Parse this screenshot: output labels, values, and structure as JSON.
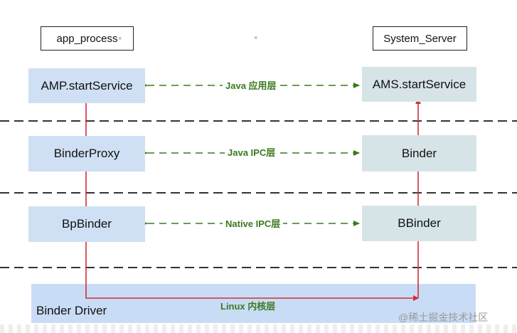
{
  "headers": {
    "left": "app_process",
    "right": "System_Server"
  },
  "layers": [
    {
      "name": "java",
      "label": "Java 应用层",
      "left_box": "AMP.startService",
      "right_box": "AMS.startService"
    },
    {
      "name": "java-ipc",
      "label": "Java IPC层",
      "left_box": "BinderProxy",
      "right_box": "Binder"
    },
    {
      "name": "native-ipc",
      "label": "Native IPC层",
      "left_box": "BpBinder",
      "right_box": "BBinder"
    }
  ],
  "kernel": {
    "label": "Linux 内核层",
    "driver": "Binder Driver"
  },
  "markers": [
    "×",
    "×"
  ],
  "watermark": "@稀土掘金技术社区",
  "colors": {
    "left_box": "#cfe0f4",
    "right_box": "#d6e4e8",
    "driver": "#c9dcf5",
    "flow_line": "#d0303a",
    "layer_arrow": "#3a7a1e",
    "layer_label": "#3a7a1e",
    "separator": "#333333"
  }
}
